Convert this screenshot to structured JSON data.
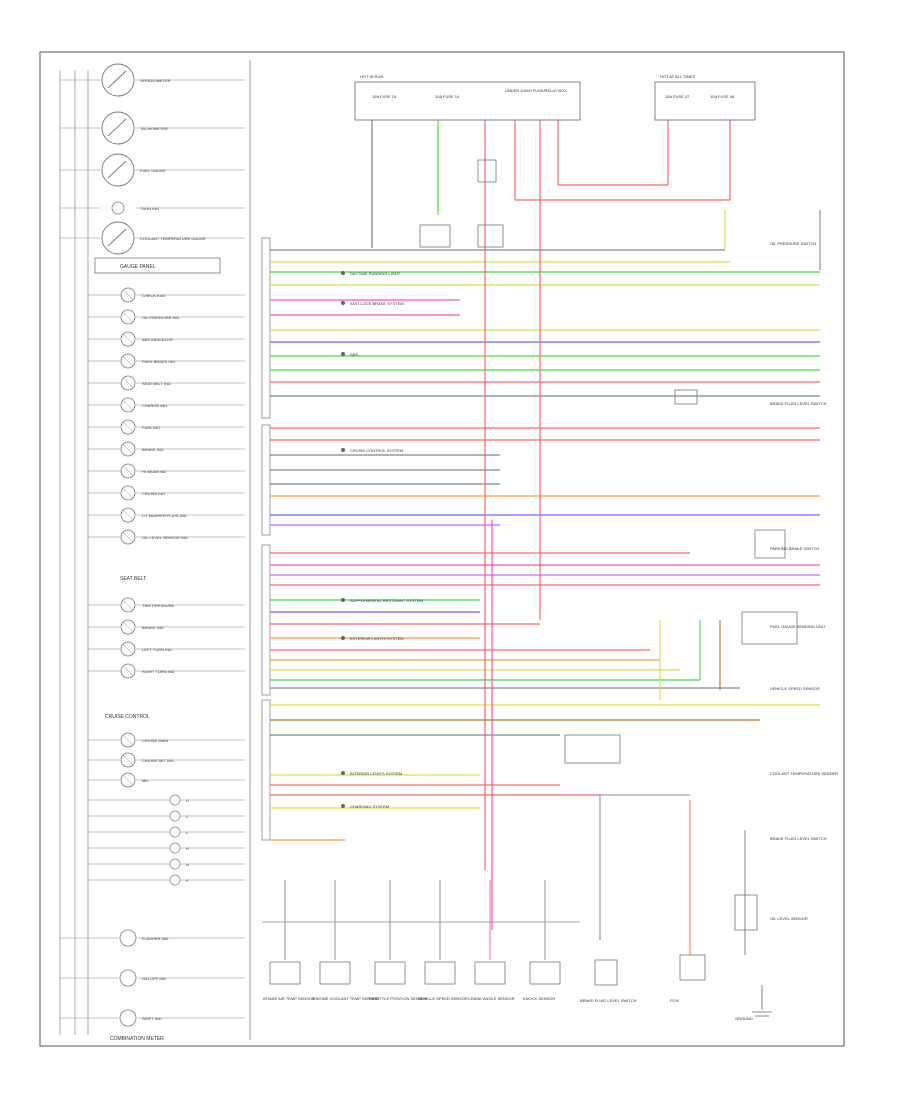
{
  "diagram": {
    "gauges": [
      {
        "label": "SPEEDOMETER",
        "kind": "dial"
      },
      {
        "label": "TACHOMETER",
        "kind": "dial"
      },
      {
        "label": "FUEL GAUGE",
        "kind": "dial"
      },
      {
        "label": "TURN IND",
        "kind": "lamp"
      },
      {
        "label": "COOLANT TEMPERATURE GAUGE",
        "kind": "dial"
      }
    ],
    "panel_box_label": "GAUGE PANEL",
    "indicators_top": [
      "CHECK ENG",
      "OIL PRESSURE IND",
      "ABS INDICATOR",
      "PARK BRAKE IND",
      "SEAT BELT IND",
      "CHARGE IND",
      "FUEL IND",
      "BRAKE IND",
      "HI BEAM IND",
      "CRUISE IND",
      "LO WASHER FLUID IND",
      "OIL LEVEL SENSOR IND"
    ],
    "seat_belt_label": "SEAT BELT",
    "indicators_mid": [
      "TIRE PRESSURE",
      "BRAKE IND",
      "LEFT TURN IND",
      "RIGHT TURN IND"
    ],
    "cruise_label": "CRUISE CONTROL",
    "indicators_low": [
      "CRUISE MAIN",
      "CRUISE SET IND",
      "MIL"
    ],
    "bulbs_low": [
      "D",
      "2",
      "L",
      "R",
      "N",
      "P"
    ],
    "bottom_lamps": [
      "FLASHER IND",
      "O/D OFF IND",
      "SHIFT IND"
    ],
    "footer_left": "COMBINATION METER",
    "fuse_blocks": [
      {
        "title": "HOT IN RUN",
        "fuses": [
          "15A FUSE 15",
          "10A FUSE 14"
        ]
      },
      {
        "title": "HOT AT ALL TIMES",
        "fuses": [
          "15A FUSE 47",
          "10A FUSE 46"
        ]
      }
    ],
    "fuse_box_label": "UNDER-DASH FUSE/RELAY BOX",
    "right_labels": [
      "OIL PRESSURE SWITCH",
      "BRAKE FLUID LEVEL SWITCH",
      "PARKING BRAKE SWITCH",
      "FUEL GAUGE SENDING UNIT",
      "VEHICLE SPEED SENSOR",
      "COOLANT TEMPERATURE SENDER",
      "BRAKE FLUID LEVEL SWITCH",
      "OIL LEVEL SENSOR"
    ],
    "bottom_components": [
      "INTAKE AIR TEMP SENSOR",
      "ENGINE COOLANT TEMP SENSOR",
      "THROTTLE POSITION SENSOR",
      "VEHICLE SPEED SENSOR",
      "CRANK ANGLE SENSOR",
      "KNOCK SENSOR"
    ],
    "bottom_right_components": [
      "BRAKE FLUID LEVEL SWITCH",
      "PCM",
      "GROUND"
    ],
    "row_notes": [
      "DAYTIME RUNNING LIGHT",
      "ANTI-LOCK BRAKE SYSTEM",
      "SRS",
      "CRUISE CONTROL SYSTEM",
      "SUPPLEMENTAL RESTRAINT SYSTEM",
      "EXTERIOR LIGHTS SYSTEM",
      "INTERIOR LIGHTS SYSTEM",
      "CHARGING SYSTEM"
    ]
  },
  "colors": {
    "frame": "#555555",
    "red": "#ff6666",
    "pink": "#ff55aa",
    "green": "#44dd44",
    "yellow": "#dddd44",
    "blue": "#6666ff",
    "orange": "#ff9944",
    "violet": "#cc66ff",
    "brown": "#b07030"
  }
}
